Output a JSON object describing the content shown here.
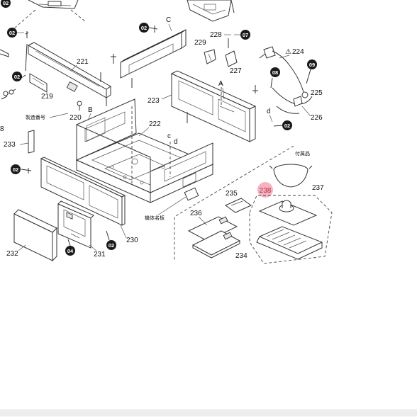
{
  "diagram": {
    "parts": {
      "p221": "221",
      "p219": "219",
      "p220": "220",
      "p222": "222",
      "p223": "223",
      "p224": "224",
      "p225": "225",
      "p226": "226",
      "p227": "227",
      "p228": "228",
      "p229": "229",
      "p230": "230",
      "p231": "231",
      "p232": "232",
      "p233": "233",
      "p234": "234",
      "p235": "235",
      "p236": "236",
      "p237": "237",
      "p238": "238"
    },
    "letters": {
      "a": "A",
      "b": "B",
      "c_upper": "C",
      "c_lower": "c",
      "d1": "d",
      "d2": "d"
    },
    "edge_number": "8",
    "warning_symbol": "⚠",
    "badges": {
      "b02": "02",
      "b04": "04",
      "b07": "07",
      "b08": "08",
      "b09": "09"
    },
    "texts": {
      "serial_label": "製造番号",
      "nameplate_label": "機体名板",
      "accessories_label": "付属品"
    },
    "highlight_color": "#f2a0b2",
    "line_color": "#333333"
  }
}
